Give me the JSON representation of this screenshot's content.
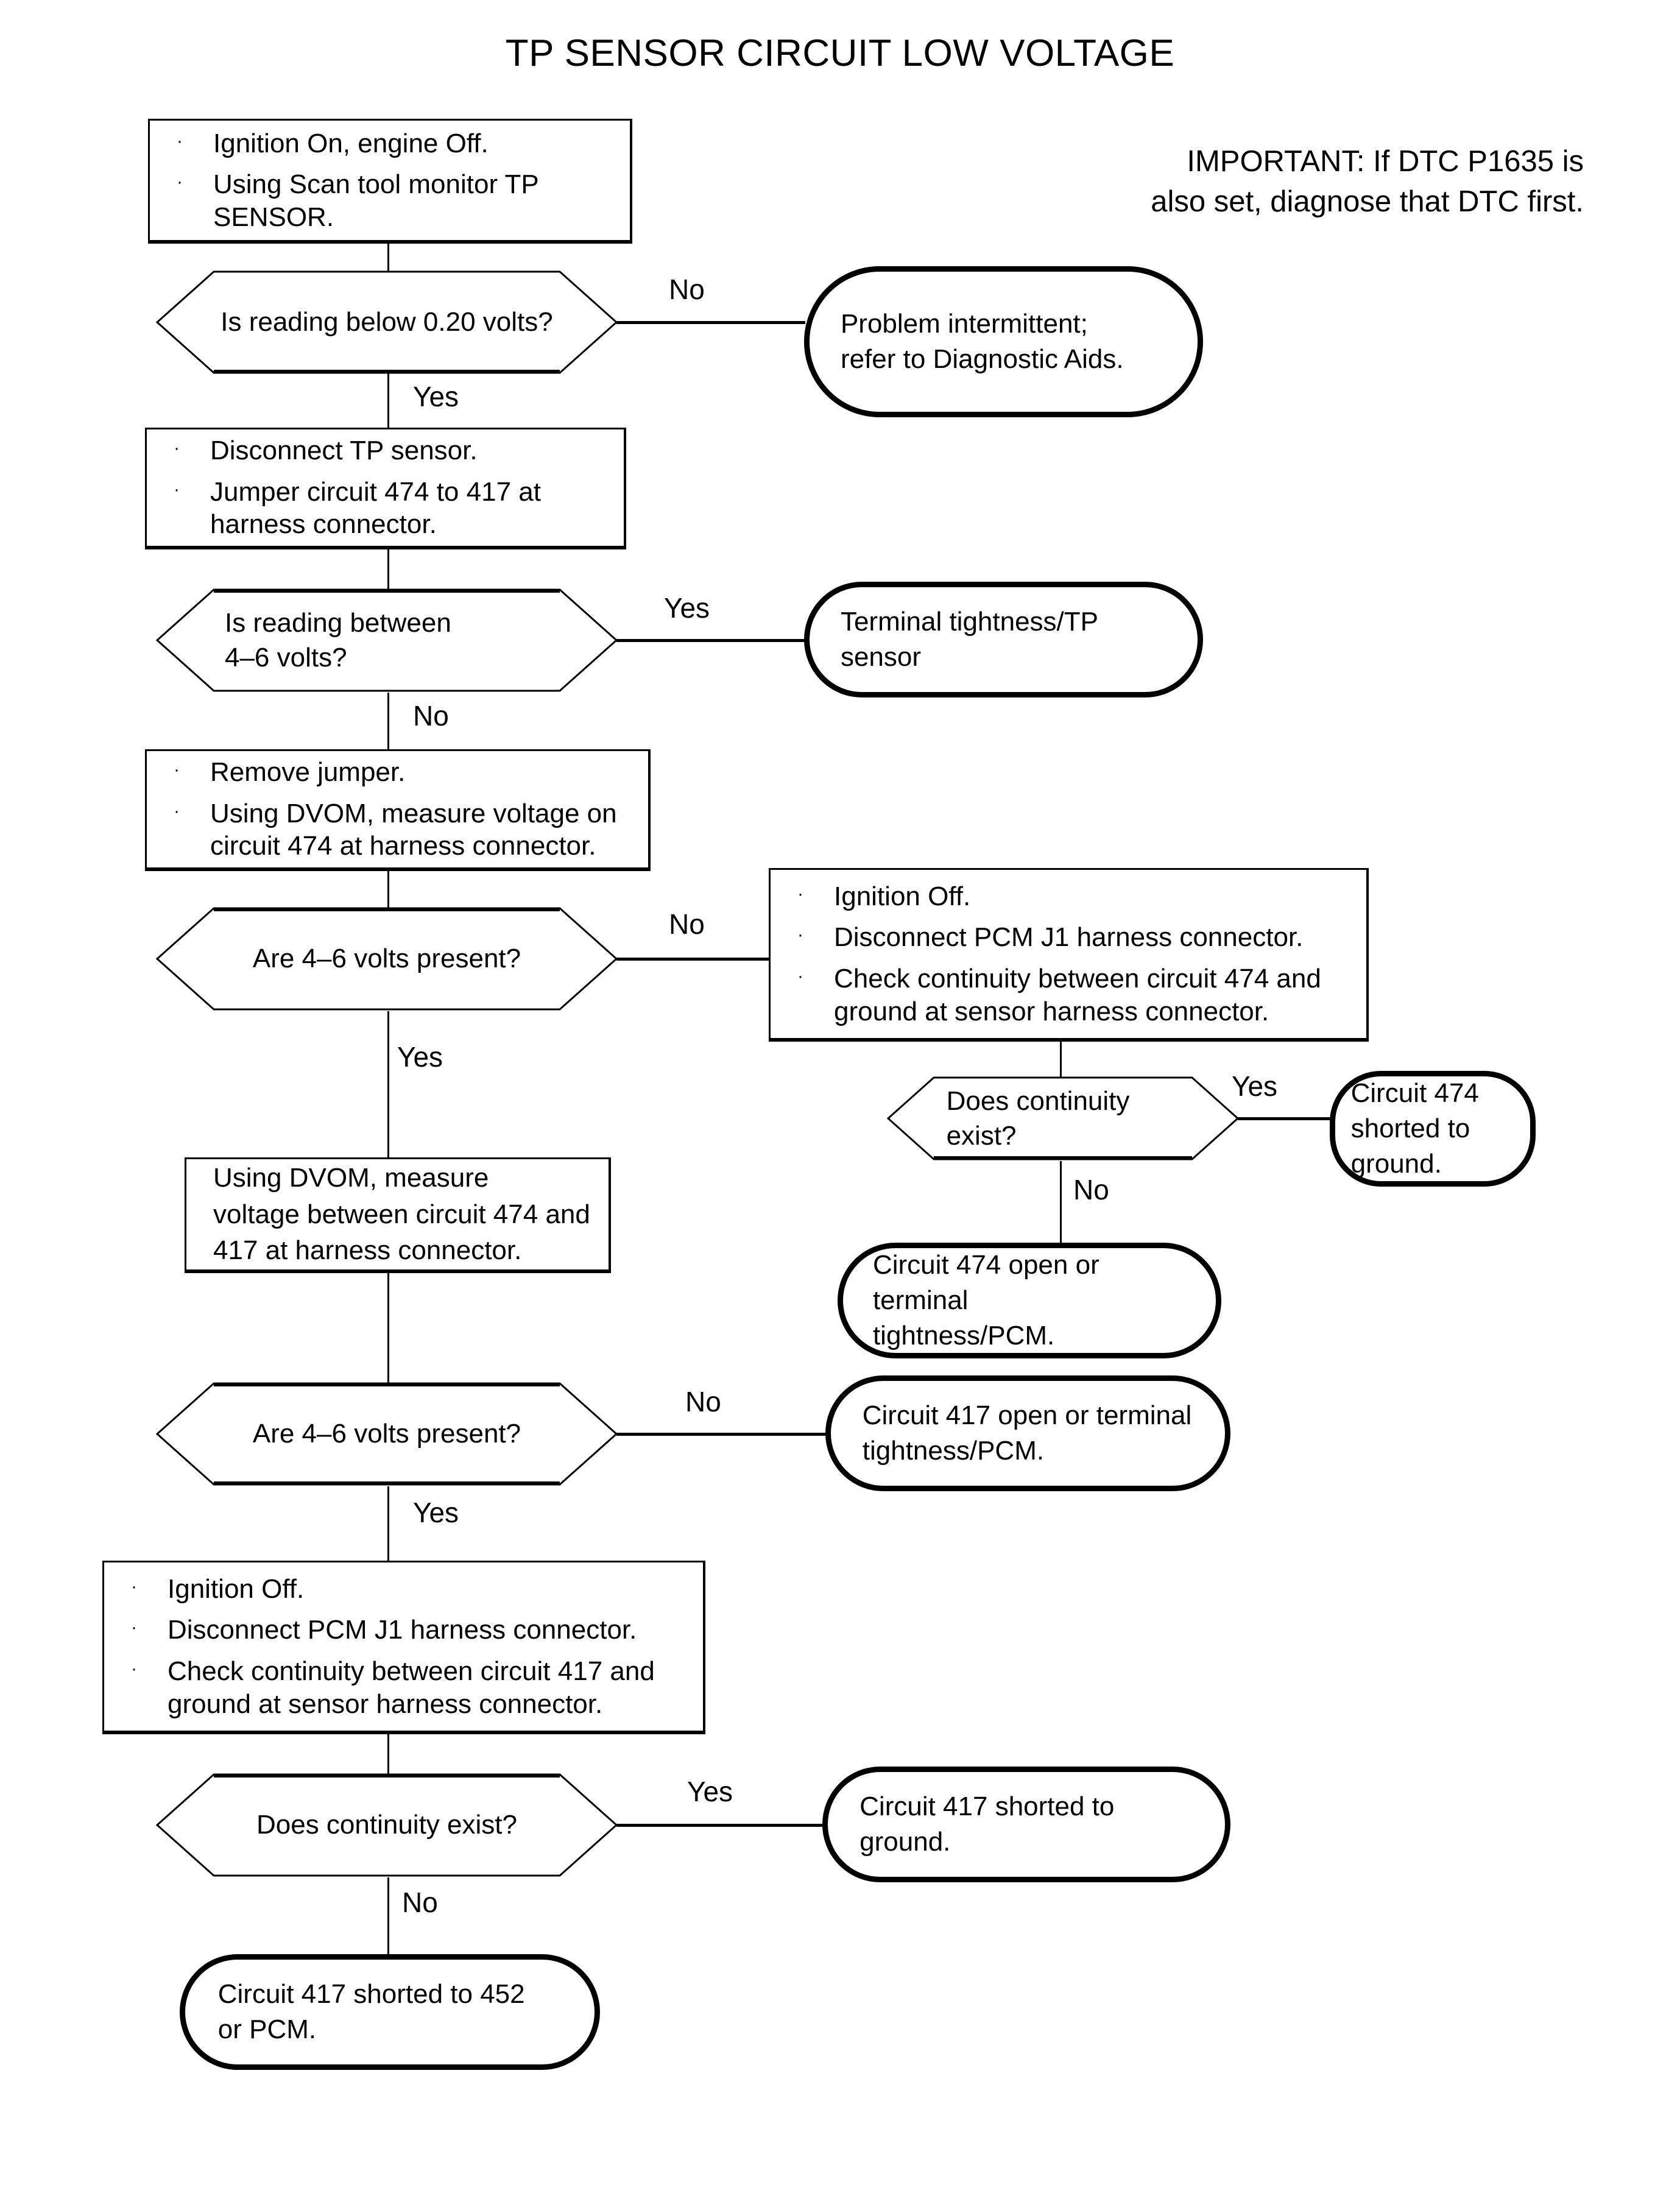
{
  "title": "TP SENSOR CIRCUIT LOW VOLTAGE",
  "important": {
    "line1": "IMPORTANT:    If DTC P1635 is",
    "line2": "also set, diagnose that DTC first."
  },
  "bullet_glyph": "·",
  "nodes": {
    "start_step": {
      "bullets": [
        "Ignition On, engine Off.",
        "Using Scan tool monitor TP SENSOR."
      ]
    },
    "q1": {
      "text": "Is reading below 0.20 volts?"
    },
    "t_intermittent": {
      "line1": "Problem intermittent;",
      "line2": "refer to Diagnostic Aids."
    },
    "step2": {
      "bullets": [
        "Disconnect TP sensor.",
        "Jumper circuit 474 to 417 at harness connector."
      ]
    },
    "q2": {
      "line1": "Is reading between",
      "line2": "4–6 volts?"
    },
    "t_terminal_tightness": {
      "line1": "Terminal tightness/TP",
      "line2": "sensor"
    },
    "step3": {
      "bullets": [
        "Remove jumper.",
        "Using DVOM, measure voltage on circuit 474 at harness connector."
      ]
    },
    "q3": {
      "text": "Are 4–6 volts present?"
    },
    "step4_right": {
      "bullets": [
        "Ignition Off.",
        "Disconnect PCM J1 harness connector.",
        "Check continuity between circuit 474 and ground at sensor harness connector."
      ]
    },
    "q4": {
      "line1": "Does continuity",
      "line2": "exist?"
    },
    "t_474_shorted": {
      "line1": "Circuit 474",
      "line2": "shorted to",
      "line3": "ground."
    },
    "t_474_open": {
      "line1": "Circuit 474 open or terminal",
      "line2": "tightness/PCM."
    },
    "step5": {
      "line1": "Using DVOM, measure",
      "line2": "voltage between circuit 474 and",
      "line3": "417 at harness connector."
    },
    "q5": {
      "text": "Are 4–6 volts present?"
    },
    "t_417_open": {
      "line1": "Circuit 417 open or terminal",
      "line2": "tightness/PCM."
    },
    "step6": {
      "bullets": [
        "Ignition Off.",
        "Disconnect PCM J1 harness connector.",
        "Check continuity between circuit 417 and ground at sensor harness connector."
      ]
    },
    "q6": {
      "text": "Does continuity exist?"
    },
    "t_417_shorted_ground": {
      "line1": "Circuit 417 shorted to ground."
    },
    "t_417_shorted_452": {
      "line1": "Circuit 417 shorted to 452",
      "line2": "or PCM."
    }
  },
  "edges": {
    "q1_no": "No",
    "q1_yes": "Yes",
    "q2_yes": "Yes",
    "q2_no": "No",
    "q3_no": "No",
    "q3_yes": "Yes",
    "q4_yes": "Yes",
    "q4_no": "No",
    "q5_no": "No",
    "q5_yes": "Yes",
    "q6_yes": "Yes",
    "q6_no": "No"
  },
  "colors": {
    "ink": "#000000",
    "paper": "#ffffff"
  }
}
